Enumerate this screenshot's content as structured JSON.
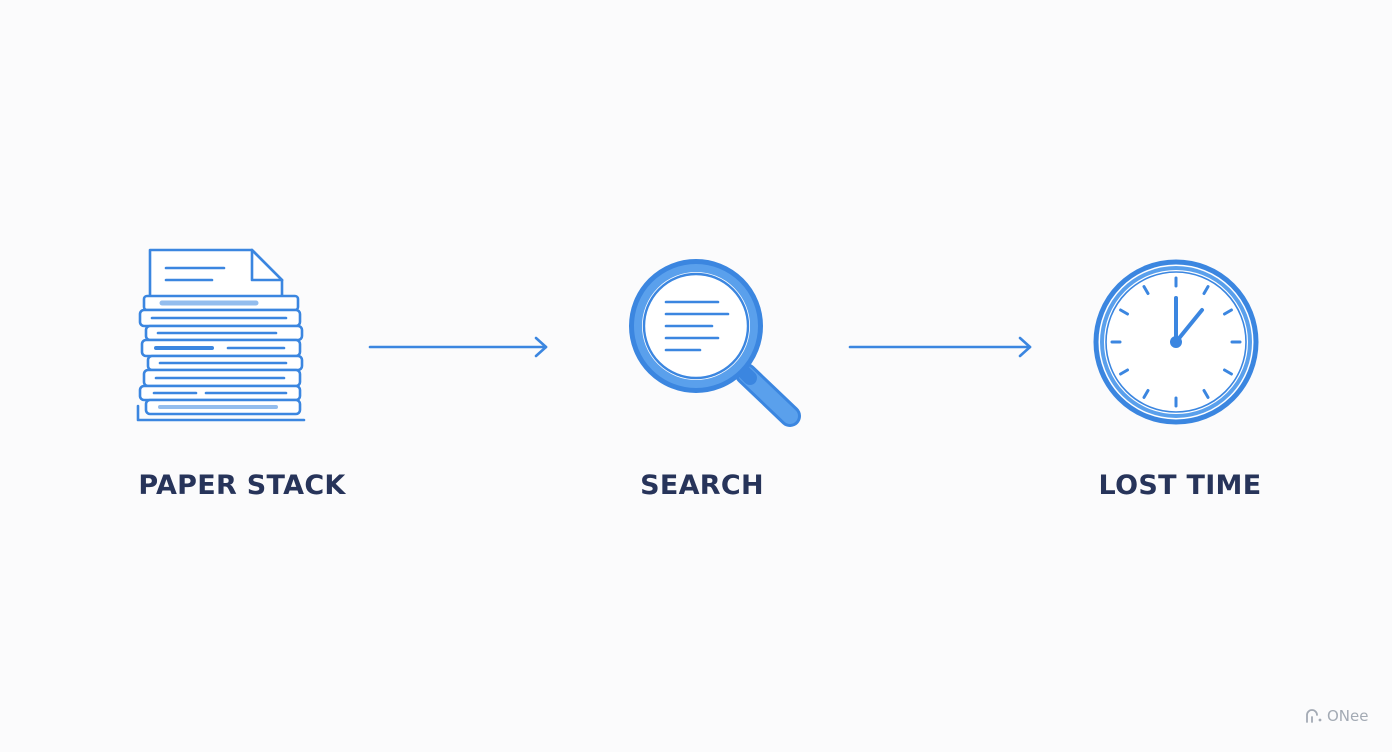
{
  "steps": [
    {
      "label": "PAPER STACK",
      "icon": "paper-stack-icon"
    },
    {
      "label": "SEARCH",
      "icon": "magnifying-glass-icon"
    },
    {
      "label": "LOST TIME",
      "icon": "clock-icon"
    }
  ],
  "connectors": [
    "arrow-right-icon",
    "arrow-right-icon"
  ],
  "watermark": {
    "text": "ONee",
    "icon": "logo-mark-icon"
  },
  "colors": {
    "icon_stroke": "#3b86e0",
    "icon_fill_light": "#ffffff",
    "label_text": "#27345a",
    "background": "#fbfbfc",
    "watermark": "#9aa2ad"
  }
}
